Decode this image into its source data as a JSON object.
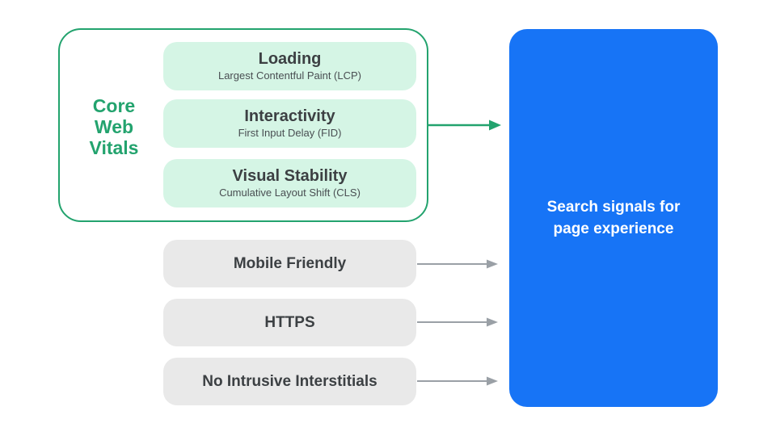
{
  "colors": {
    "accent_green": "#23a36e",
    "green_fill": "#d5f5e5",
    "accent_blue": "#1774f6",
    "gray_fill": "#e9e9e9",
    "gray_arrow": "#9aa0a6",
    "text_dark": "#3c4043",
    "text_subtle": "#494e52",
    "text_on_blue": "#ffffff"
  },
  "core_web_vitals": {
    "group_label": "Core Web Vitals",
    "metrics": [
      {
        "title": "Loading",
        "subtitle": "Largest Contentful Paint (LCP)"
      },
      {
        "title": "Interactivity",
        "subtitle": "First Input Delay (FID)"
      },
      {
        "title": "Visual Stability",
        "subtitle": "Cumulative Layout Shift (CLS)"
      }
    ]
  },
  "other_signals": [
    {
      "label": "Mobile Friendly"
    },
    {
      "label": "HTTPS"
    },
    {
      "label": "No Intrusive Interstitials"
    }
  ],
  "result_box": {
    "label": "Search signals for page experience"
  }
}
